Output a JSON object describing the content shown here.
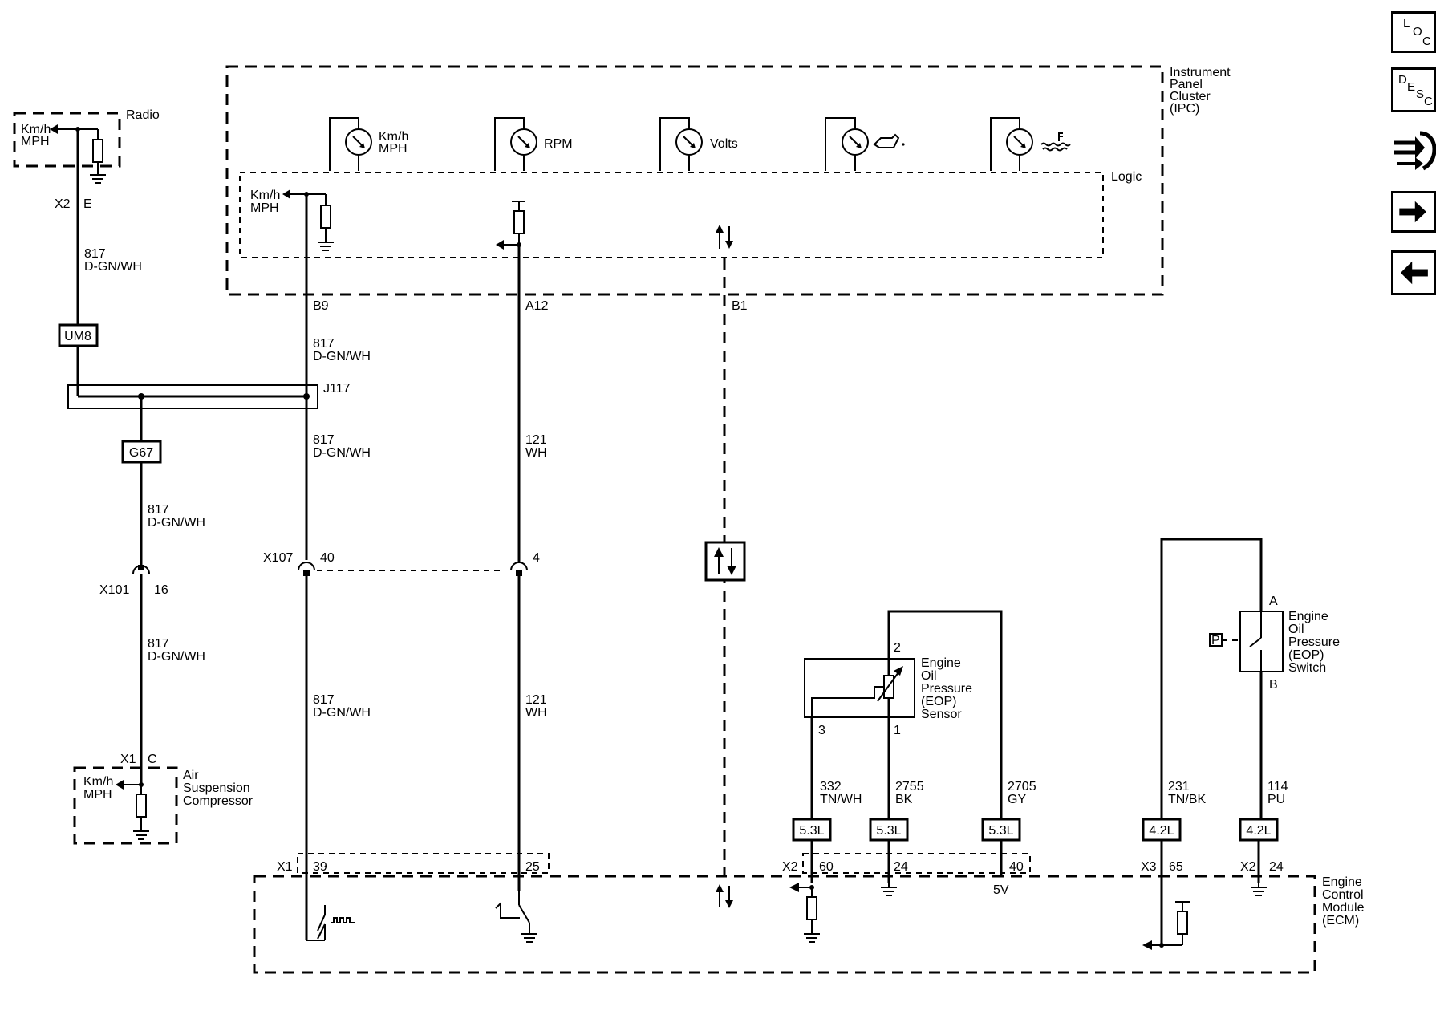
{
  "nav": {
    "loc": [
      "L",
      "O",
      "C"
    ],
    "desc": [
      "D",
      "E",
      "S",
      "C"
    ]
  },
  "modules": {
    "ipc": [
      "Instrument",
      "Panel",
      "Cluster",
      "(IPC)"
    ],
    "logic": "Logic",
    "radio": "Radio",
    "air_suspension": [
      "Air",
      "Suspension",
      "Compressor"
    ],
    "ecm": [
      "Engine",
      "Control",
      "Module",
      "(ECM)"
    ],
    "eop_sensor": [
      "Engine",
      "Oil",
      "Pressure",
      "(EOP)",
      "Sensor"
    ],
    "eop_switch": [
      "Engine",
      "Oil",
      "Pressure",
      "(EOP)",
      "Switch"
    ]
  },
  "gauges": {
    "speed": [
      "Km/h",
      "MPH"
    ],
    "rpm": "RPM",
    "volts": "Volts"
  },
  "speed_input": [
    "Km/h",
    "MPH"
  ],
  "connectors": {
    "x2": "X2",
    "e": "E",
    "b9": "B9",
    "a12": "A12",
    "b1": "B1",
    "j117": "J117",
    "x107": "X107",
    "x107_40": "40",
    "x107_4": "4",
    "x101": "X101",
    "x101_16": "16",
    "x1": "X1",
    "c": "C",
    "ecm_x1": "X1",
    "ecm_39": "39",
    "ecm_25": "25",
    "ecm_x2": "X2",
    "ecm_60": "60",
    "ecm_24": "24",
    "ecm_40": "40",
    "ecm_x3": "X3",
    "ecm_65": "65",
    "ecm_x2b": "X2",
    "ecm_24b": "24",
    "five_v": "5V",
    "sensor_pin2": "2",
    "sensor_pin3": "3",
    "sensor_pin1": "1",
    "switch_a": "A",
    "switch_b": "B",
    "p_symbol": "P"
  },
  "splices": {
    "um8": "UM8",
    "g67": "G67"
  },
  "engine_options": {
    "e53a": "5.3L",
    "e53b": "5.3L",
    "e53c": "5.3L",
    "e42a": "4.2L",
    "e42b": "4.2L"
  },
  "wires": {
    "w817_radio": [
      "817",
      "D-GN/WH"
    ],
    "w817_ipc": [
      "817",
      "D-GN/WH"
    ],
    "w817_mid": [
      "817",
      "D-GN/WH"
    ],
    "w817_g67": [
      "817",
      "D-GN/WH"
    ],
    "w817_x101": [
      "817",
      "D-GN/WH"
    ],
    "w817_low": [
      "817",
      "D-GN/WH"
    ],
    "w121_mid": [
      "121",
      "WH"
    ],
    "w121_low": [
      "121",
      "WH"
    ],
    "w332": [
      "332",
      "TN/WH"
    ],
    "w2755": [
      "2755",
      "BK"
    ],
    "w2705": [
      "2705",
      "GY"
    ],
    "w231": [
      "231",
      "TN/BK"
    ],
    "w114": [
      "114",
      "PU"
    ]
  }
}
